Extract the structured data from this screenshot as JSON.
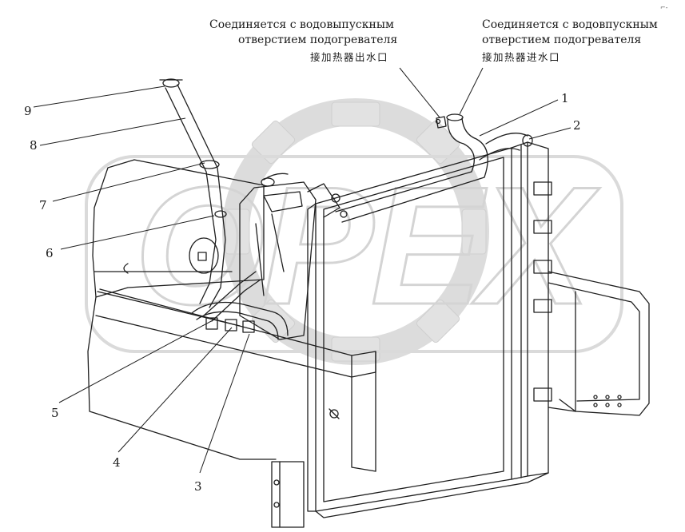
{
  "watermark": {
    "text": "OPEX",
    "color": "#d6d6d6"
  },
  "callouts": {
    "outlet_ru_line1": "Соединяется с водовыпускным",
    "outlet_ru_line2": "отверстием подогревателя",
    "outlet_cn": "接加热器出水口",
    "inlet_ru_line1": "Соединяется с водовпускным",
    "inlet_ru_line2": "отверстием подогревателя",
    "inlet_cn": "接加热器进水口"
  },
  "part_numbers": [
    "1",
    "2",
    "3",
    "4",
    "5",
    "6",
    "7",
    "8",
    "9"
  ],
  "corner_mark": "⌐-",
  "colors": {
    "line": "#1e1e1e",
    "background": "#ffffff"
  }
}
